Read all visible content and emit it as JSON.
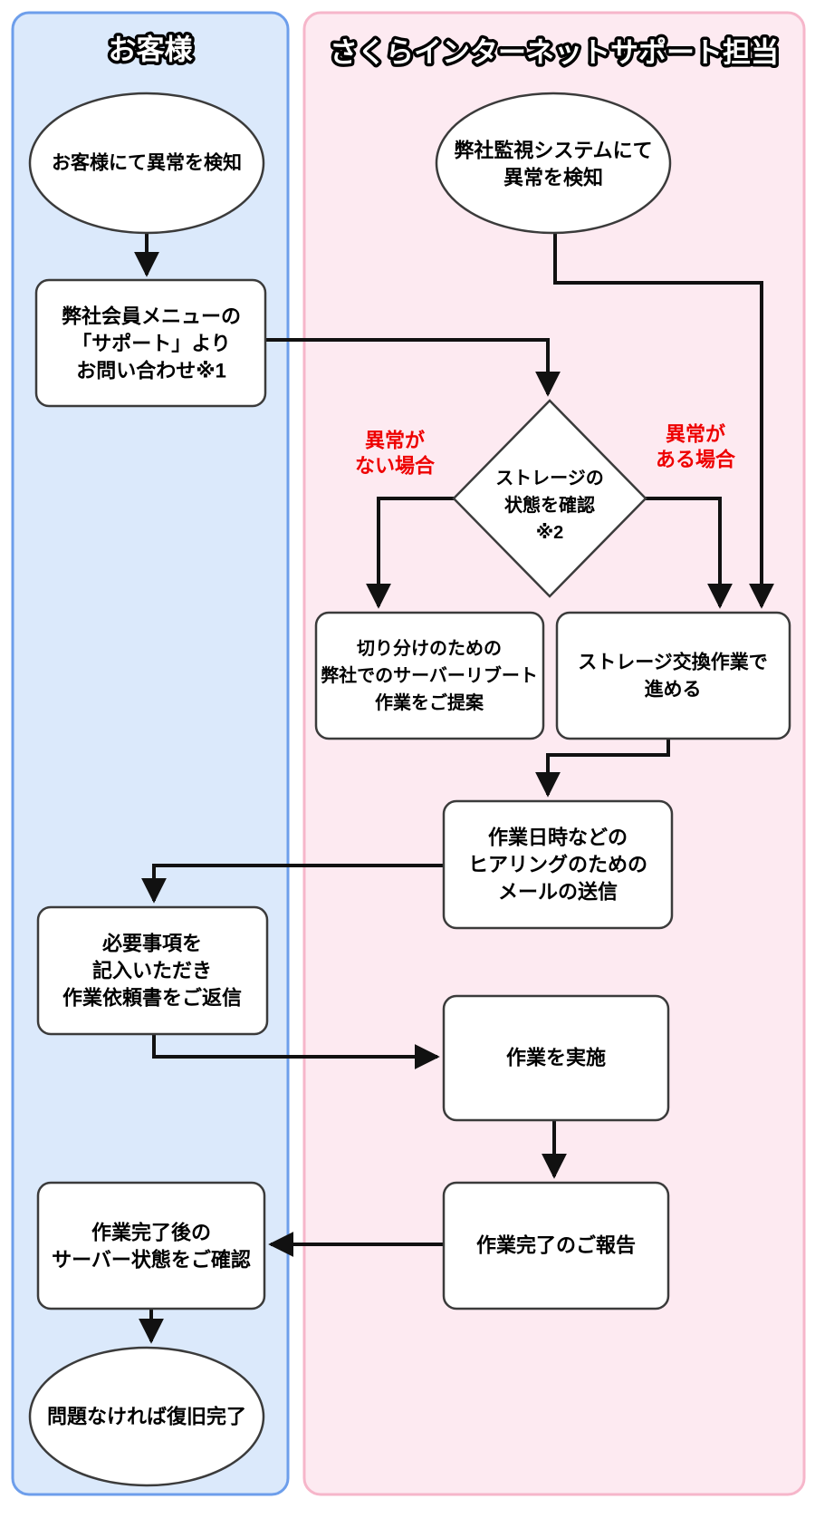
{
  "lanes": [
    {
      "id": "customer",
      "label": "お客様",
      "fill": "#dbe9fb",
      "border": "#6d9eeb"
    },
    {
      "id": "support",
      "label": "さくらインターネットサポート担当",
      "fill": "#fdeaf1",
      "border": "#f6b6ca"
    }
  ],
  "nodes": {
    "customer_detect": {
      "type": "start-ellipse",
      "lines": [
        "お客様にて異常を検知"
      ]
    },
    "contact": {
      "type": "process",
      "lines": [
        "弊社会員メニューの",
        "「サポート」より",
        "お問い合わせ※1"
      ]
    },
    "monitor_detect": {
      "type": "start-ellipse",
      "lines": [
        "弊社監視システムにて",
        "異常を検知"
      ]
    },
    "storage_check": {
      "type": "decision",
      "lines": [
        "ストレージの",
        "状態を確認",
        "※2"
      ]
    },
    "reboot_proposal": {
      "type": "process",
      "lines": [
        "切り分けのための",
        "弊社でのサーバーリブート",
        "作業をご提案"
      ]
    },
    "storage_replace": {
      "type": "process",
      "lines": [
        "ストレージ交換作業で",
        "進める"
      ]
    },
    "hearing_mail": {
      "type": "process",
      "lines": [
        "作業日時などの",
        "ヒアリングのための",
        "メールの送信"
      ]
    },
    "reply_form": {
      "type": "process",
      "lines": [
        "必要事項を",
        "記入いただき",
        "作業依頼書をご返信"
      ]
    },
    "execute": {
      "type": "process",
      "lines": [
        "作業を実施"
      ]
    },
    "report": {
      "type": "process",
      "lines": [
        "作業完了のご報告"
      ]
    },
    "confirm": {
      "type": "process",
      "lines": [
        "作業完了後の",
        "サーバー状態をご確認"
      ]
    },
    "done": {
      "type": "end-ellipse",
      "lines": [
        "問題なければ復旧完了"
      ]
    }
  },
  "branch_labels": {
    "no_anomaly": {
      "lines": [
        "異常が",
        "ない場合"
      ],
      "color": "#ee0000"
    },
    "anomaly": {
      "lines": [
        "異常が",
        "ある場合"
      ],
      "color": "#ee0000"
    }
  },
  "colors": {
    "shape_fill": "#ffffff",
    "shape_stroke": "#3b3b3b",
    "connector": "#111111",
    "lane_title_fill": "#ffffff",
    "lane_title_outline": "#000000"
  }
}
